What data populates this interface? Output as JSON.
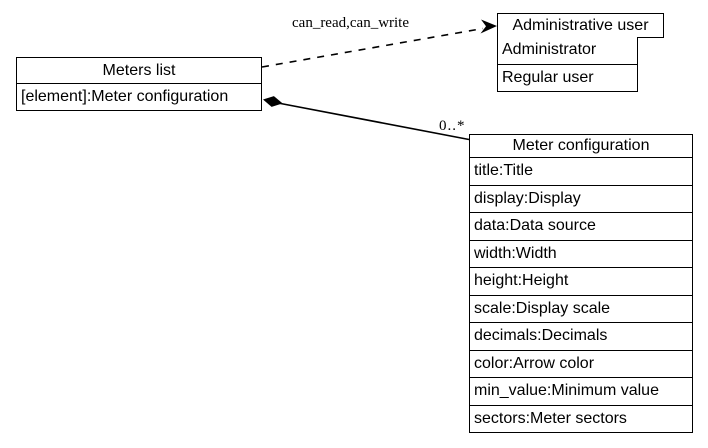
{
  "diagram": {
    "classes": {
      "meters_list": {
        "title": "Meters list",
        "attributes": [
          "[element]:Meter configuration"
        ]
      },
      "admin_user": {
        "title": "Administrative user",
        "values": [
          "Administrator",
          "Regular user"
        ]
      },
      "meter_config": {
        "title": "Meter configuration",
        "attributes": [
          "title:Title",
          "display:Display",
          "data:Data source",
          "width:Width",
          "height:Height",
          "scale:Display scale",
          "decimals:Decimals",
          "color:Arrow color",
          "min_value:Minimum value",
          "sectors:Meter sectors"
        ]
      }
    },
    "edges": {
      "permission_label": "can_read,can_write",
      "multiplicity_label": "0..*"
    },
    "colors": {
      "line": "#000000",
      "background": "#ffffff"
    }
  }
}
